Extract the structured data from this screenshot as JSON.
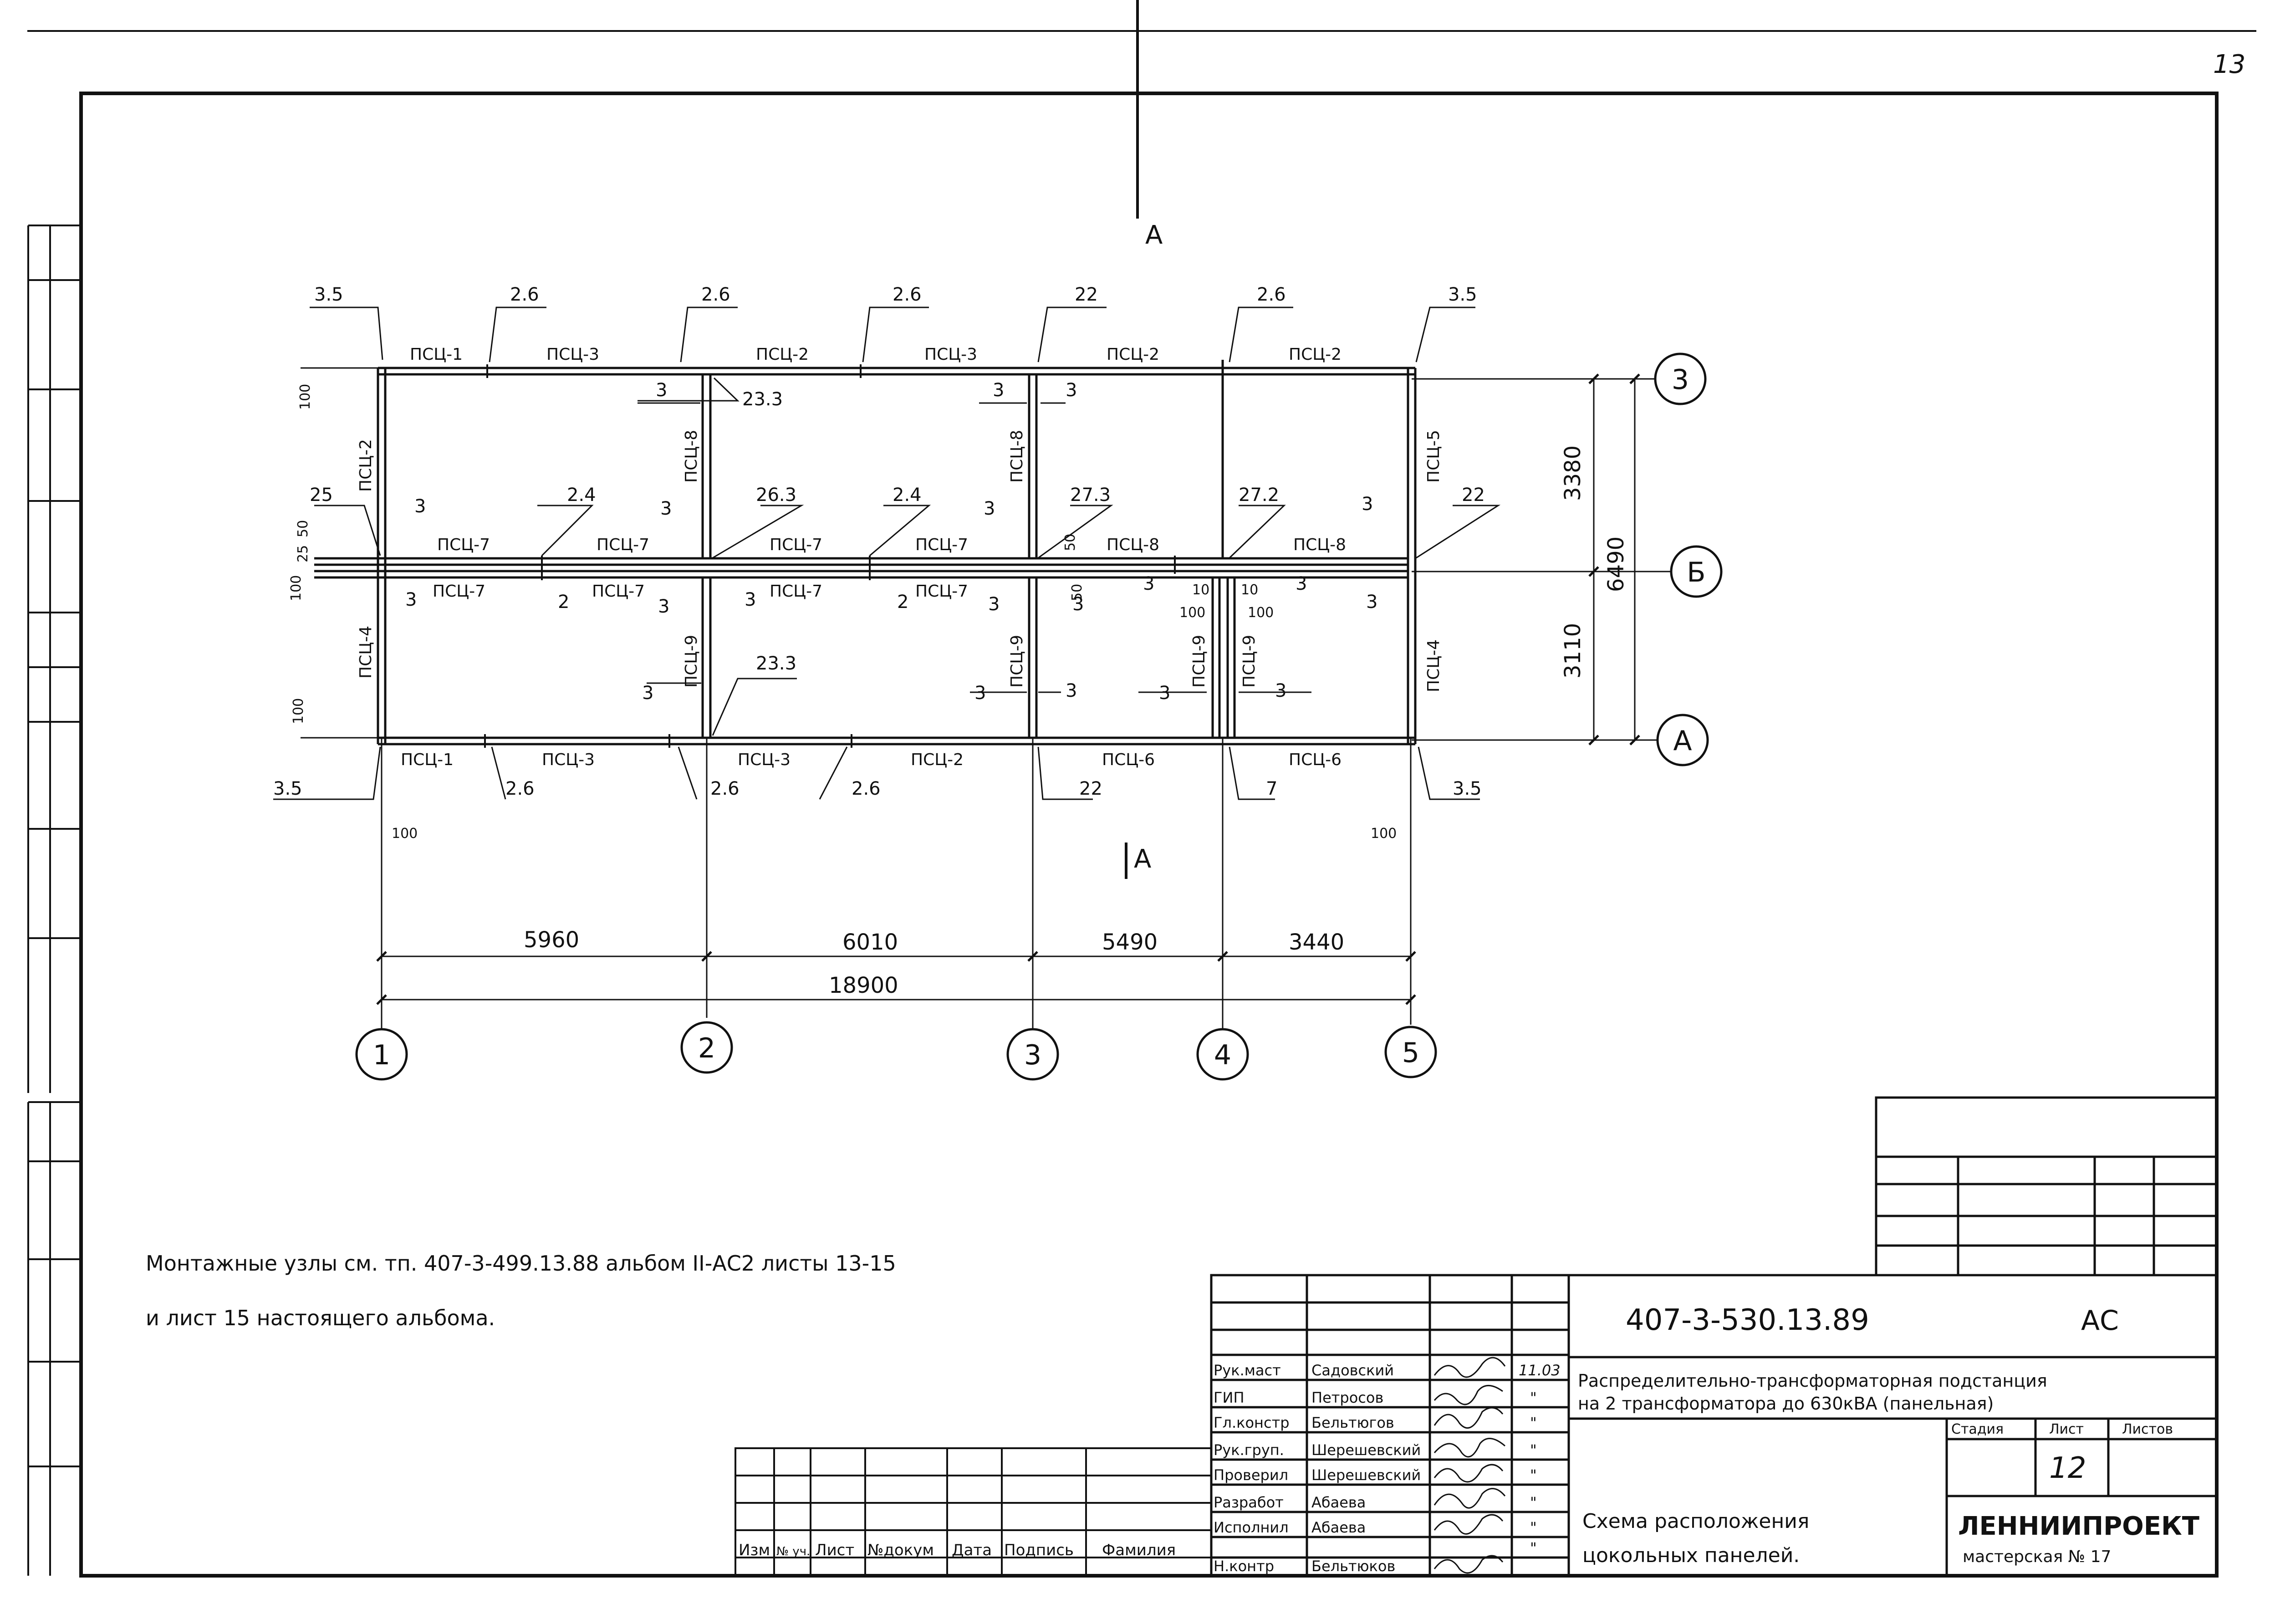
{
  "page_number": "13",
  "section": {
    "top": "А",
    "bottom": "А"
  },
  "grid_axes": {
    "columns": [
      "1",
      "2",
      "3",
      "4",
      "5"
    ],
    "rows": [
      "3",
      "Б",
      "А"
    ]
  },
  "dimensions": {
    "spans": [
      "5960",
      "6010",
      "5490",
      "3440"
    ],
    "total": "18900",
    "right_upper": "3380",
    "right_lower": "3110",
    "right_total": "6490",
    "left_top_offset": "100",
    "left_mid_a": "50",
    "left_mid_b": "25",
    "left_mid_c": "100",
    "left_bottom_offset": "100",
    "bottom_left_offset": "100",
    "bottom_right_offset": "100",
    "mid_small_1": "50",
    "mid_small_2": "50",
    "mid_small_3": "10",
    "mid_small_4": "10",
    "mid_small_5": "100",
    "mid_small_6": "100"
  },
  "panels": {
    "top_row": [
      "ПСЦ-1",
      "ПСЦ-3",
      "ПСЦ-2",
      "ПСЦ-3",
      "ПСЦ-2",
      "ПСЦ-2"
    ],
    "mid_upper": [
      "ПСЦ-7",
      "ПСЦ-7",
      "ПСЦ-7",
      "ПСЦ-7",
      "ПСЦ-8",
      "ПСЦ-8"
    ],
    "mid_lower": [
      "ПСЦ-7",
      "ПСЦ-7",
      "ПСЦ-7",
      "ПСЦ-7"
    ],
    "bottom_row": [
      "ПСЦ-1",
      "ПСЦ-3",
      "ПСЦ-3",
      "ПСЦ-2",
      "ПСЦ-6",
      "ПСЦ-6"
    ],
    "vertical": [
      "ПСЦ-2",
      "ПСЦ-4",
      "ПСЦ-8",
      "ПСЦ-9",
      "ПСЦ-8",
      "ПСЦ-9",
      "ПСЦ-9",
      "ПСЦ-9",
      "ПСЦ-5",
      "ПСЦ-4"
    ]
  },
  "mass_labels": {
    "top": [
      "3.5",
      "2.6",
      "2.6",
      "2.6",
      "22",
      "2.6",
      "3.5"
    ],
    "top_inner": [
      "3",
      "23.3",
      "3",
      "3"
    ],
    "mid": [
      "25",
      "3",
      "2.4",
      "3",
      "26.3",
      "2.4",
      "3",
      "27.3",
      "27.2",
      "3",
      "22"
    ],
    "mid_lower": [
      "3",
      "2",
      "3",
      "3",
      "2",
      "3",
      "3",
      "3",
      "3",
      "3"
    ],
    "lower_inner": [
      "3",
      "23.3",
      "3",
      "3",
      "3",
      "3"
    ],
    "bottom": [
      "3.5",
      "2.6",
      "2.6",
      "2.6",
      "22",
      "7",
      "3.5"
    ]
  },
  "notes": {
    "line1": "Монтажные узлы см. тп. 407-3-499.13.88 альбом II-АС2 листы 13-15",
    "line2": "и лист 15 настоящего альбома."
  },
  "title_block": {
    "code": "407-3-530.13.89",
    "mark": "АС",
    "project_title_1": "Распределительно-трансформаторная подстанция",
    "project_title_2": "на 2 трансформатора до 630кВА (панельная)",
    "stage_header": "Стадия",
    "sheet_header": "Лист",
    "sheets_header": "Листов",
    "sheet_number": "12",
    "drawing_title_1": "Схема расположения",
    "drawing_title_2": "цокольных панелей.",
    "org_1": "ЛЕННИИПРОЕКТ",
    "org_2": "мастерская № 17",
    "signatures": [
      {
        "role": "Рук.маст",
        "name": "Садовский",
        "date": "11.03"
      },
      {
        "role": "ГИП",
        "name": "Петросов",
        "date": "\""
      },
      {
        "role": "Гл.констр",
        "name": "Бельтюгов",
        "date": "\""
      },
      {
        "role": "Рук.груп.",
        "name": "Шерешевский",
        "date": "\""
      },
      {
        "role": "Проверил",
        "name": "Шерешевский",
        "date": "\""
      },
      {
        "role": "Разработ",
        "name": "Абаева",
        "date": "\""
      },
      {
        "role": "Исполнил",
        "name": "Абаева",
        "date": "\""
      },
      {
        "role": "Н.контр",
        "name": "Бельтюков",
        "date": "\""
      }
    ],
    "revision_headers": [
      "Изм",
      "№ уч.",
      "Лист",
      "№докум",
      "Дата",
      "Подпись",
      "Фамилия"
    ]
  }
}
